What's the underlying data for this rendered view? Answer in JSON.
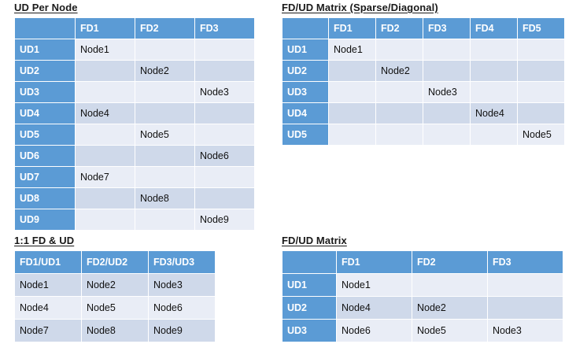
{
  "theme": {
    "header_blue": "#5b9bd5",
    "row_label_blue": "#5b9bd5",
    "band_light": "#e9edf6",
    "band_dark": "#cfd9ea",
    "page_background": "#ffffff",
    "title_color": "#1a1a1a"
  },
  "panels": {
    "ud_per_node": {
      "title": "UD Per Node",
      "columns": [
        "",
        "FD1",
        "FD2",
        "FD3"
      ],
      "rows": [
        {
          "label": "UD1",
          "cells": [
            "Node1",
            "",
            ""
          ]
        },
        {
          "label": "UD2",
          "cells": [
            "",
            "Node2",
            ""
          ]
        },
        {
          "label": "UD3",
          "cells": [
            "",
            "",
            "Node3"
          ]
        },
        {
          "label": "UD4",
          "cells": [
            "Node4",
            "",
            ""
          ]
        },
        {
          "label": "UD5",
          "cells": [
            "",
            "Node5",
            ""
          ]
        },
        {
          "label": "UD6",
          "cells": [
            "",
            "",
            "Node6"
          ]
        },
        {
          "label": "UD7",
          "cells": [
            "Node7",
            "",
            ""
          ]
        },
        {
          "label": "UD8",
          "cells": [
            "",
            "Node8",
            ""
          ]
        },
        {
          "label": "UD9",
          "cells": [
            "",
            "",
            "Node9"
          ]
        }
      ]
    },
    "sparse_matrix": {
      "title": "FD/UD Matrix (Sparse/Diagonal)",
      "columns": [
        "",
        "FD1",
        "FD2",
        "FD3",
        "FD4",
        "FD5"
      ],
      "rows": [
        {
          "label": "UD1",
          "cells": [
            "Node1",
            "",
            "",
            "",
            ""
          ]
        },
        {
          "label": "UD2",
          "cells": [
            "",
            "Node2",
            "",
            "",
            ""
          ]
        },
        {
          "label": "UD3",
          "cells": [
            "",
            "",
            "Node3",
            "",
            ""
          ]
        },
        {
          "label": "UD4",
          "cells": [
            "",
            "",
            "",
            "Node4",
            ""
          ]
        },
        {
          "label": "UD5",
          "cells": [
            "",
            "",
            "",
            "",
            "Node5"
          ]
        }
      ]
    },
    "one_to_one": {
      "title": "1:1 FD & UD",
      "columns": [
        "FD1/UD1",
        "FD2/UD2",
        "FD3/UD3"
      ],
      "rows": [
        {
          "cells": [
            "Node1",
            "Node2",
            "Node3"
          ]
        },
        {
          "cells": [
            "Node4",
            "Node5",
            "Node6"
          ]
        },
        {
          "cells": [
            "Node7",
            "Node8",
            "Node9"
          ]
        }
      ]
    },
    "fd_ud_matrix": {
      "title": "FD/UD Matrix",
      "columns": [
        "",
        "FD1",
        "FD2",
        "FD3"
      ],
      "rows": [
        {
          "label": "UD1",
          "cells": [
            "Node1",
            "",
            ""
          ]
        },
        {
          "label": "UD2",
          "cells": [
            "Node4",
            "Node2",
            ""
          ]
        },
        {
          "label": "UD3",
          "cells": [
            "Node6",
            "Node5",
            "Node3"
          ]
        }
      ]
    }
  }
}
